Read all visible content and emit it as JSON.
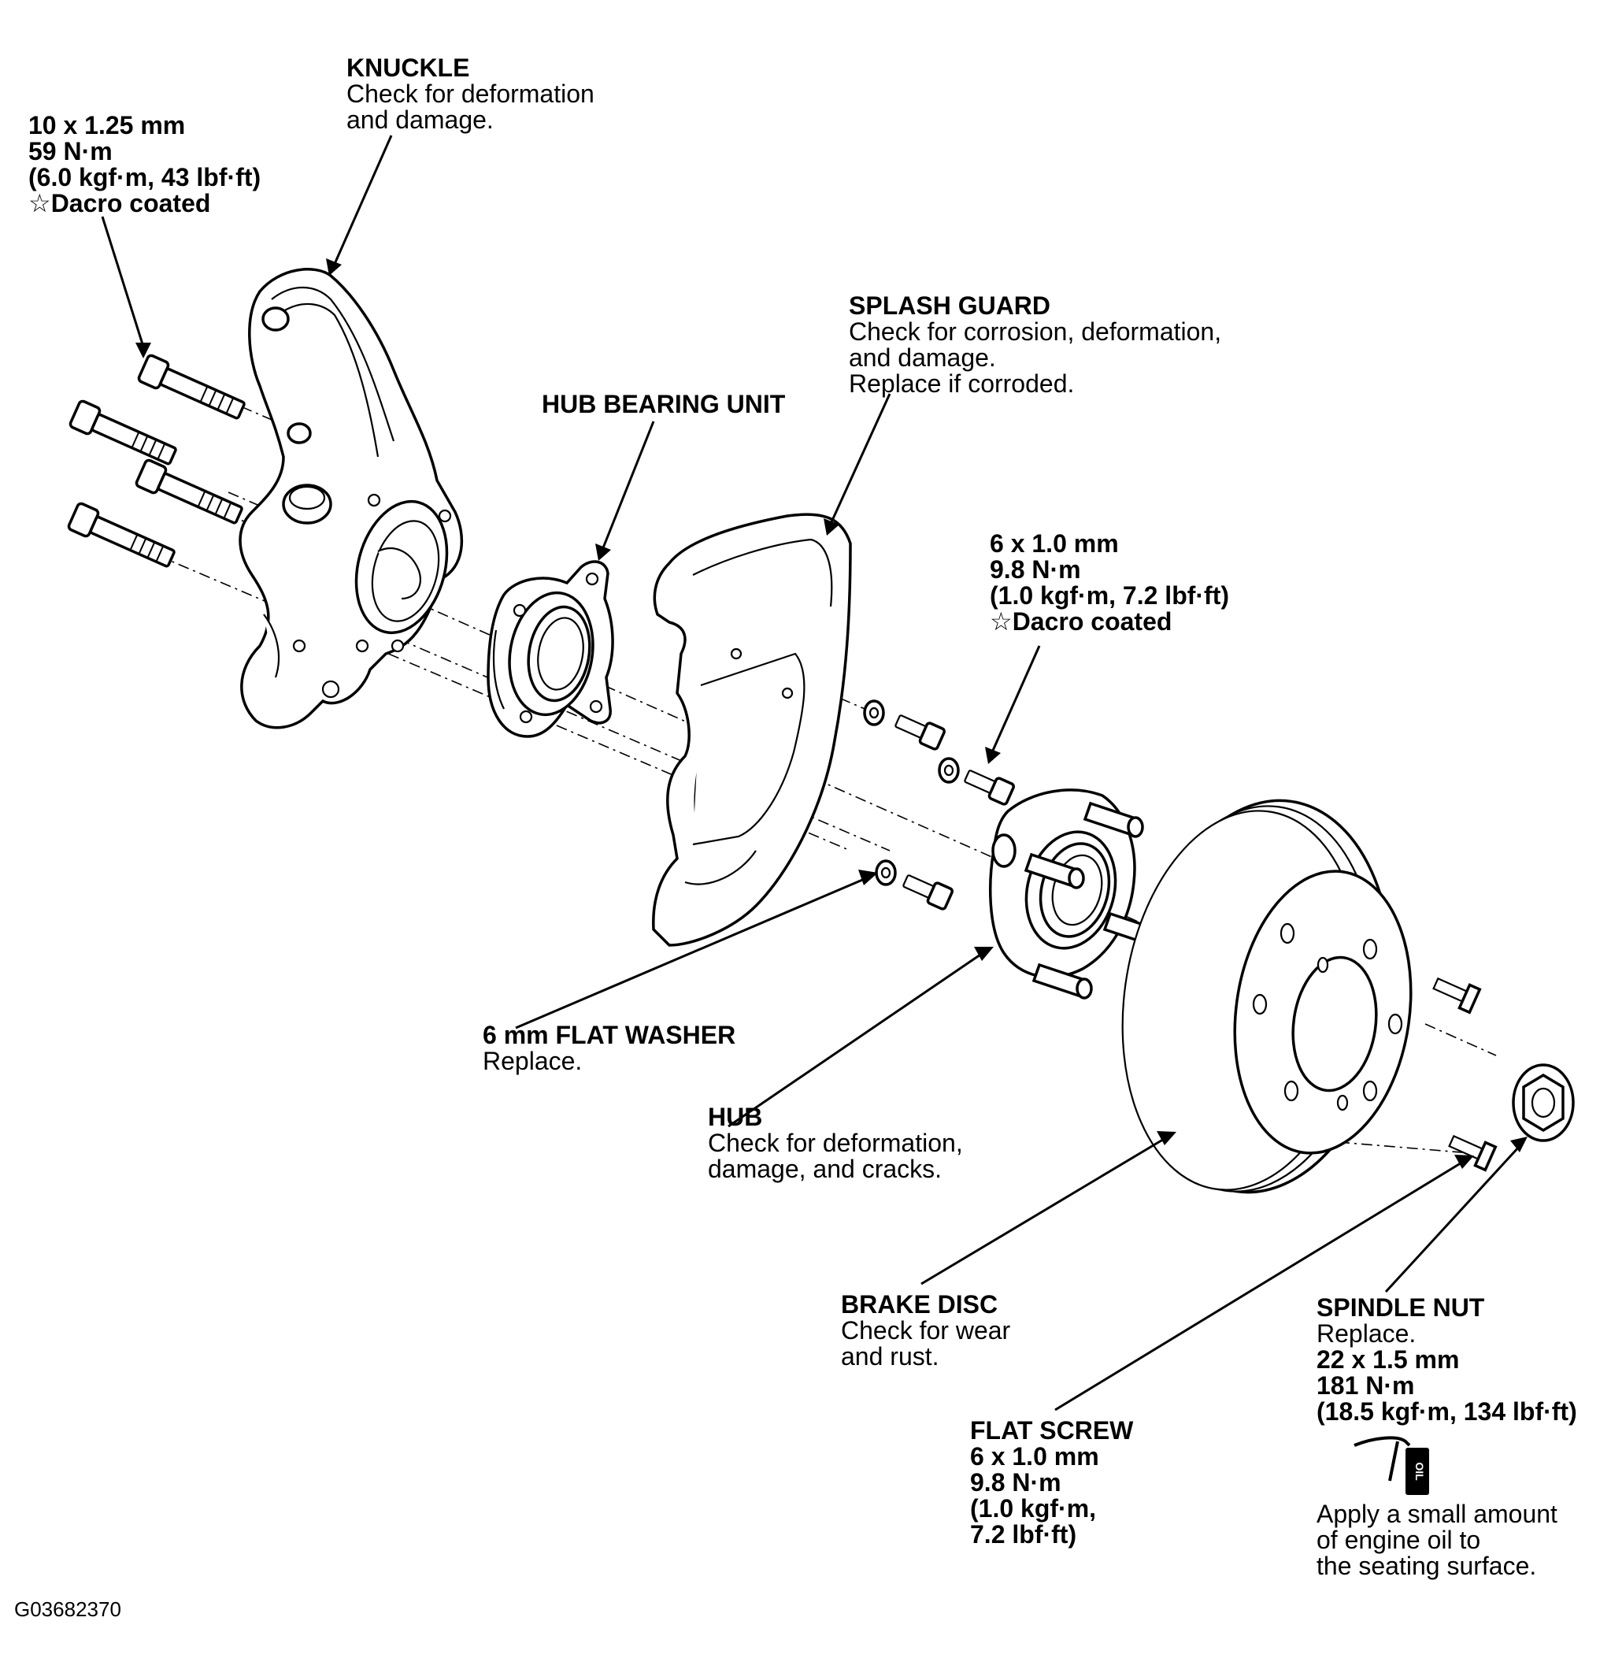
{
  "labels": {
    "bolt_knuckle": {
      "line1": "10 x 1.25 mm",
      "line2": "59 N·m",
      "line3": "(6.0 kgf·m, 43 lbf·ft)",
      "line4": "☆Dacro coated"
    },
    "knuckle": {
      "title": "KNUCKLE",
      "note1": "Check for deformation",
      "note2": "and damage."
    },
    "hub_bearing_unit": {
      "title": "HUB BEARING UNIT"
    },
    "splash_guard": {
      "title": "SPLASH GUARD",
      "note1": "Check for corrosion, deformation,",
      "note2": "and damage.",
      "note3": "Replace if corroded."
    },
    "bolt_splash": {
      "line1": "6 x 1.0 mm",
      "line2": "9.8 N·m",
      "line3": "(1.0 kgf·m, 7.2 lbf·ft)",
      "line4": "☆Dacro coated"
    },
    "flat_washer": {
      "title": "6 mm FLAT WASHER",
      "note1": "Replace."
    },
    "hub": {
      "title": "HUB",
      "note1": "Check for deformation,",
      "note2": "damage, and cracks."
    },
    "brake_disc": {
      "title": "BRAKE DISC",
      "note1": "Check for wear",
      "note2": "and rust."
    },
    "flat_screw": {
      "title": "FLAT SCREW",
      "line1": "6 x 1.0 mm",
      "line2": "9.8 N·m",
      "line3": "(1.0 kgf·m,",
      "line4": "7.2 lbf·ft)"
    },
    "spindle_nut": {
      "title": "SPINDLE NUT",
      "note1": "Replace.",
      "line1": "22 x 1.5 mm",
      "line2": "181 N·m",
      "line3": "(18.5 kgf·m, 134 lbf·ft)",
      "oil_note1": "Apply a small amount",
      "oil_note2": "of engine oil to",
      "oil_note3": "the seating surface."
    }
  },
  "oil_icon_text": "OIL",
  "figure_code": "G03682370",
  "colors": {
    "ink": "#000000",
    "paper": "#ffffff"
  }
}
